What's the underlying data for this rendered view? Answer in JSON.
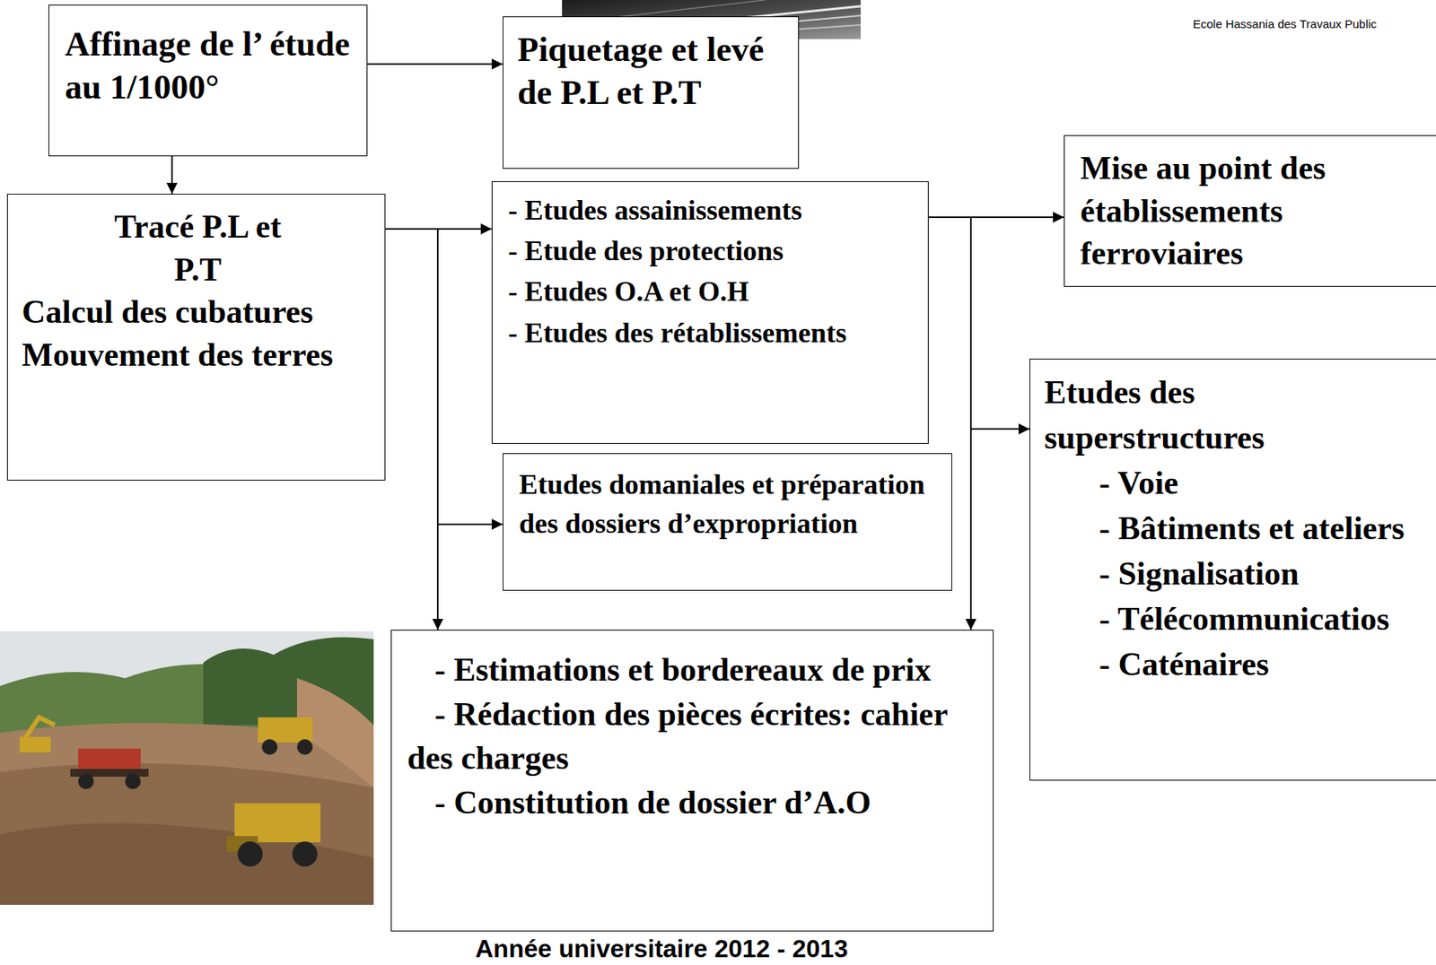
{
  "diagram": {
    "nodes": [
      {
        "text": [
          "Affinage de l’ étude au 1/1000°"
        ]
      },
      {
        "text": [
          "Piquetage et levé de P.L et P.T"
        ]
      },
      {
        "text": [
          "Tracé P.L et P.T",
          "Calcul des cubatures Mouvement des terres"
        ]
      },
      {
        "text": [
          "- Etudes assainissements",
          "- Etude des protections",
          "- Etudes O.A et O.H",
          "- Etudes des rétablissements"
        ]
      },
      {
        "text": [
          "Etudes domaniales et préparation des dossiers d’expropriation"
        ]
      },
      {
        "text": [
          "Mise au point des établissements ferroviaires"
        ]
      },
      {
        "text": [
          "Etudes des superstructures",
          "- Voie",
          "- Bâtiments et ateliers",
          "- Signalisation",
          "- Télécommunicatios",
          "- Caténaires"
        ]
      },
      {
        "text": [
          "- Estimations et bordereaux de prix",
          "- Rédaction des pièces écrites: cahier des charges",
          "- Constitution de dossier d’A.O"
        ]
      }
    ],
    "edges": [
      {
        "from": 0,
        "to": 1,
        "arrow": "to"
      },
      {
        "from": 0,
        "to": 2,
        "arrow": "to"
      },
      {
        "from": 2,
        "to": 3,
        "arrow": "to"
      },
      {
        "from": 2,
        "to": 4,
        "arrow": "to"
      },
      {
        "from": 2,
        "to": 7,
        "arrow": "to"
      },
      {
        "from": 3,
        "to": 5,
        "arrow": "to"
      },
      {
        "from": 3,
        "to": 6,
        "arrow": "to"
      },
      {
        "from": 3,
        "to": 7,
        "arrow": "to"
      }
    ],
    "labels": [
      "Ecole Hassania des Travaux Public",
      "Année universitaire 2012 - 2013"
    ]
  }
}
